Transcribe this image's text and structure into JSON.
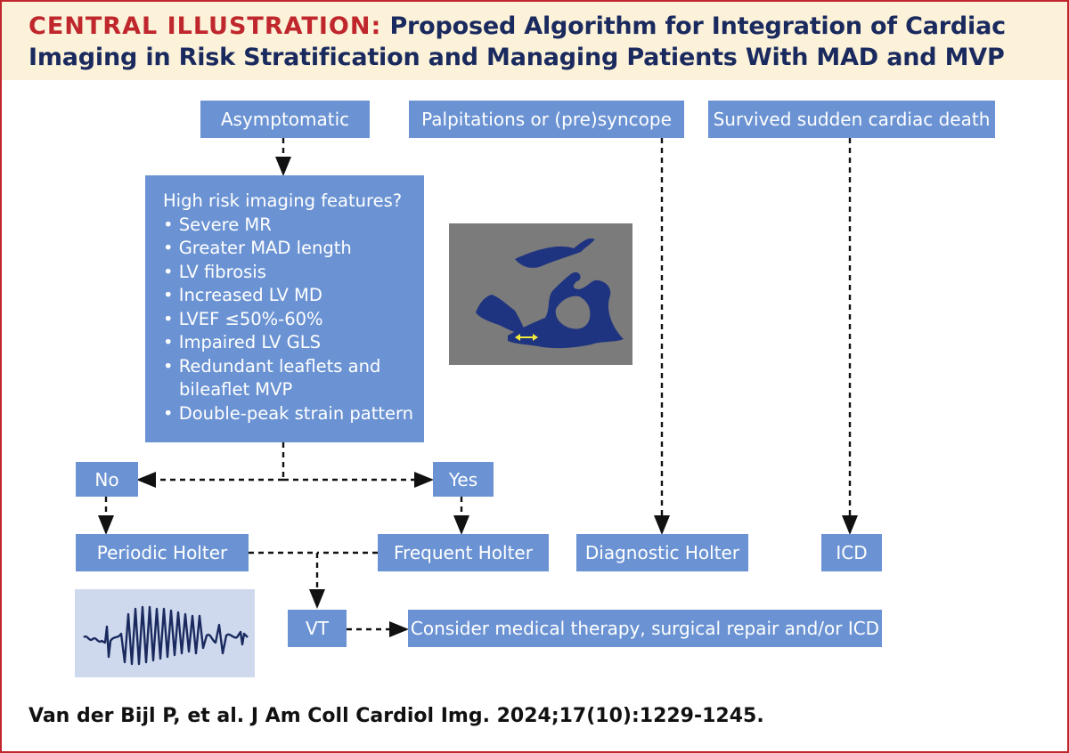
{
  "header": {
    "title_prefix": "CENTRAL ILLUSTRATION:",
    "title_line1": "Proposed Algorithm for Integration of Cardiac",
    "title_line2": "Imaging in Risk Stratification and Managing Patients With MAD and MVP"
  },
  "nodes": {
    "asymptomatic": "Asymptomatic",
    "palpitations": "Palpitations or (pre)syncope",
    "survived": "Survived sudden cardiac death",
    "no": "No",
    "yes": "Yes",
    "periodic_holter": "Periodic Holter",
    "frequent_holter": "Frequent Holter",
    "diagnostic_holter": "Diagnostic Holter",
    "icd": "ICD",
    "vt": "VT",
    "therapy": "Consider medical therapy, surgical repair and/or ICD"
  },
  "risk_box": {
    "question": "High risk imaging features?",
    "bullets": [
      "• Severe MR",
      "• Greater MAD length",
      "• LV fibrosis",
      "• Increased LV MD",
      "• LVEF ≤50%-60%",
      "• Impaired LV GLS",
      "• Redundant leaflets and",
      "• Double-peak strain pattern"
    ],
    "bullet_continuation": "bileaflet MVP"
  },
  "colors": {
    "box": "#6b93d3",
    "header_bg": "#fbf2d9",
    "title_prefix": "#c0272d",
    "title": "#1a2a5e",
    "frame": "#c0272d",
    "echo_bg": "#7b7b7b",
    "echo_shape": "#1f3480",
    "echo_arrow": "#f2e93a",
    "ecg_bg": "#cfd9ee",
    "ecg_trace": "#1a2a5e"
  },
  "citation": "Van der Bijl P, et al. J Am Coll Cardiol Img. 2024;17(10):1229-1245."
}
